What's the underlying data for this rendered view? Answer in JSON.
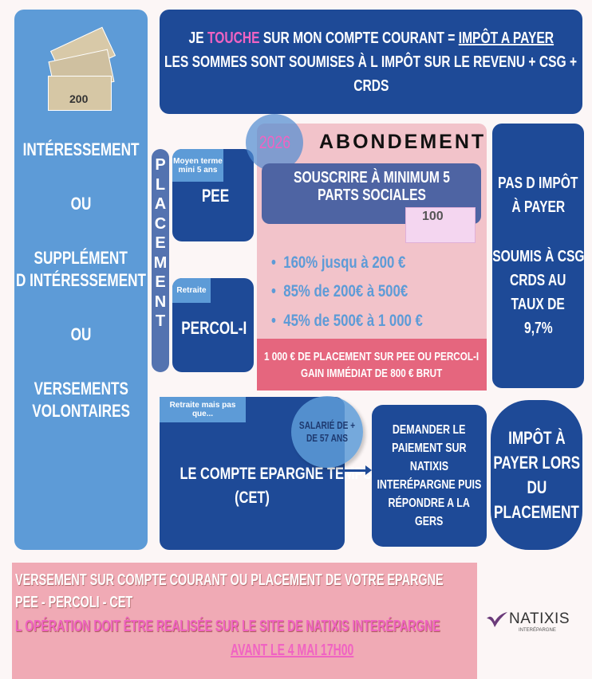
{
  "left": {
    "lines": [
      "Intéressement",
      "ou",
      "Supplément",
      "d intéressement",
      "ou",
      "Versements",
      "volontaires"
    ]
  },
  "top": {
    "l1a": "Je",
    "l1b": "touche",
    "l1c": "sur mon compte courant =",
    "l1d": "impôt a payer",
    "l2": "les sommes sont soumises à l impôt sur le revenu + CSG +",
    "l3": "CRDS"
  },
  "placement": {
    "vertical": "PLACEMENT",
    "pee_label": "Moyen terme mini 5 ans",
    "pee": "PEE",
    "percol_label": "Retraite",
    "percol": "PERCOL-I"
  },
  "abondement": {
    "year": "2026",
    "title": "ABONDEMENT",
    "souscrire": "Souscrire à minimum 5 parts sociales",
    "banknote": "100",
    "bullets": [
      "160% jusqu à 200 €",
      "85% de 200€ à 500€",
      "45% de 500€ à 1 000 €"
    ],
    "gain1": "1 000 € de placement sur PEE ou PERCOL-I",
    "gain2": "gain immédiat de 800 € brut"
  },
  "right_tax": {
    "l1": "Pas d impôt",
    "l2": "à payer",
    "l3": "Soumis à CSG",
    "l4": "CRDS au",
    "l5": "taux de",
    "l6": "9,7%"
  },
  "cet": {
    "label": "Retraite mais pas que...",
    "circle": "Salarié de + de 57 ans",
    "title": "Le compte epargne temps",
    "abbr": "(CET)"
  },
  "natixis_box": {
    "lines": [
      "Demander le",
      "paiement sur",
      "Natixis",
      "Interépargne puis",
      "répondre a la",
      "GERS"
    ]
  },
  "impot_box": {
    "lines": [
      "Impôt à",
      "payer lors",
      "du",
      "placement"
    ]
  },
  "bottom": {
    "l1": "Versement sur compte courant ou placement de votre epargne",
    "l2": "PEE - PERCOLI - CET",
    "l3": "L opération doit être realisée sur le site de Natixis Interépargne",
    "l4": "Avant le 4 mai 17h00"
  },
  "logo": {
    "name": "NATIXIS",
    "sub": "INTERÉPARGNE"
  },
  "banknotes": "200"
}
